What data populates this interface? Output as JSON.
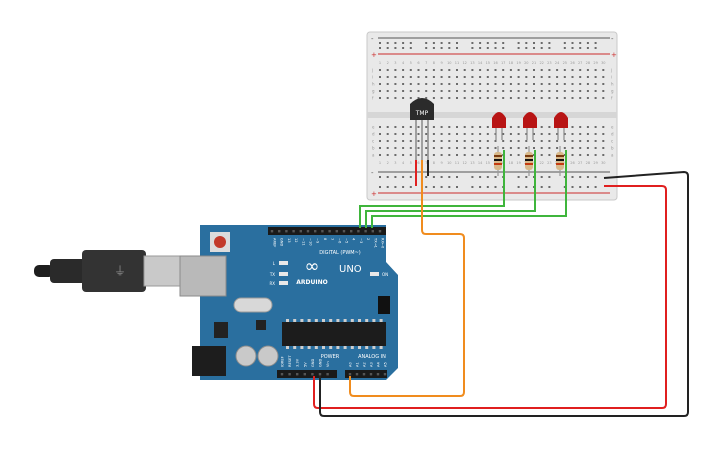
{
  "board": {
    "brand": "ARDUINO",
    "model": "UNO",
    "logo_symbol": "∞",
    "digital_label": "DIGITAL (PWM~)",
    "power_label": "POWER",
    "analog_label": "ANALOG IN",
    "led_labels": [
      "L",
      "TX",
      "RX"
    ],
    "on_label": "ON",
    "top_header_labels": [
      "AREF",
      "GND",
      "13",
      "12",
      "~11",
      "~10",
      "~9",
      "8",
      "7",
      "~6",
      "~5",
      "4",
      "~3",
      "2",
      "TX→1",
      "RX←0"
    ],
    "power_header_labels": [
      "IOREF",
      "RESET",
      "3.3V",
      "5V",
      "GND",
      "GND",
      "Vin"
    ],
    "analog_header_labels": [
      "A0",
      "A1",
      "A2",
      "A3",
      "A4",
      "A5"
    ]
  },
  "breadboard": {
    "column_numbers": [
      "1",
      "2",
      "3",
      "4",
      "5",
      "6",
      "7",
      "8",
      "9",
      "10",
      "11",
      "12",
      "13",
      "14",
      "15",
      "16",
      "17",
      "18",
      "19",
      "20",
      "21",
      "22",
      "23",
      "24",
      "25",
      "26",
      "27",
      "28",
      "29",
      "30"
    ],
    "upper_row_letters": [
      "j",
      "i",
      "h",
      "g",
      "f"
    ],
    "lower_row_letters": [
      "e",
      "d",
      "c",
      "b",
      "a"
    ],
    "rail_plus": "+",
    "rail_minus": "-"
  },
  "sensor": {
    "label": "TMP"
  },
  "colors": {
    "board": "#2a6f9f",
    "breadboard": "#e9e9e9",
    "wire_green": "#3fb53c",
    "wire_orange": "#f08c1e",
    "wire_red": "#e01f1f",
    "wire_black": "#222222",
    "led": "#b81414"
  }
}
